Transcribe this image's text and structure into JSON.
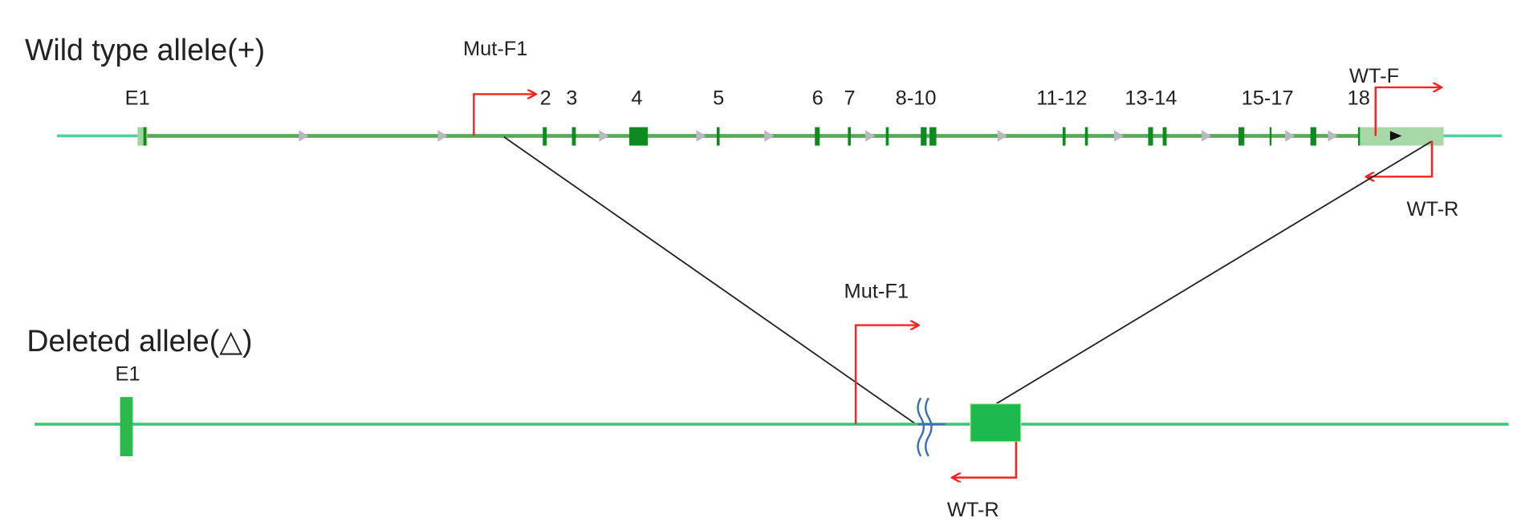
{
  "wild_type": {
    "title": "Wild type allele(+)",
    "exon_labels": [
      "E1",
      "2",
      "3",
      "4",
      "5",
      "6",
      "7",
      "8-10",
      "11-12",
      "13-14",
      "15-17",
      "18"
    ],
    "primers": {
      "mut_f1": "Mut-F1",
      "wt_f": "WT-F",
      "wt_r": "WT-R"
    }
  },
  "deleted": {
    "title": "Deleted allele(△)",
    "exon_label": "E1",
    "primers": {
      "mut_f1": "Mut-F1",
      "wt_r": "WT-R"
    }
  },
  "colors": {
    "primer": "#ff2020",
    "exon": "#0f8a1e",
    "line": "#5aa85a",
    "flank": "#4fd19a",
    "break": "#3a6fb8",
    "deleted_box": "#1db84e"
  }
}
